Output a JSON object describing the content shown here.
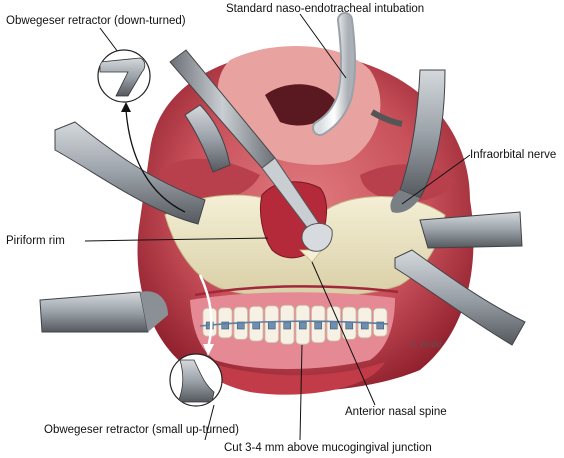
{
  "labels": {
    "retractor_down": "Obwegeser retractor (down-turned)",
    "intubation": "Standard naso-endotracheal intubation",
    "infraorbital": "Infraorbital nerve",
    "piriform": "Piriform rim",
    "nasal_spine": "Anterior nasal spine",
    "retractor_up": "Obwegeser retractor (small up-turned)",
    "cut": "Cut 3-4 mm above mucogingival junction"
  },
  "artist_signature": "S. Dodd",
  "colors": {
    "tissue": "#c8505a",
    "tissue_dark": "#8e1f2c",
    "bone": "#ece6c4",
    "metal": "#9aa1a8",
    "metal_dark": "#55595e",
    "gum": "#e58a94",
    "tooth": "#f6f1e4",
    "bracket": "#6f8fb0"
  }
}
